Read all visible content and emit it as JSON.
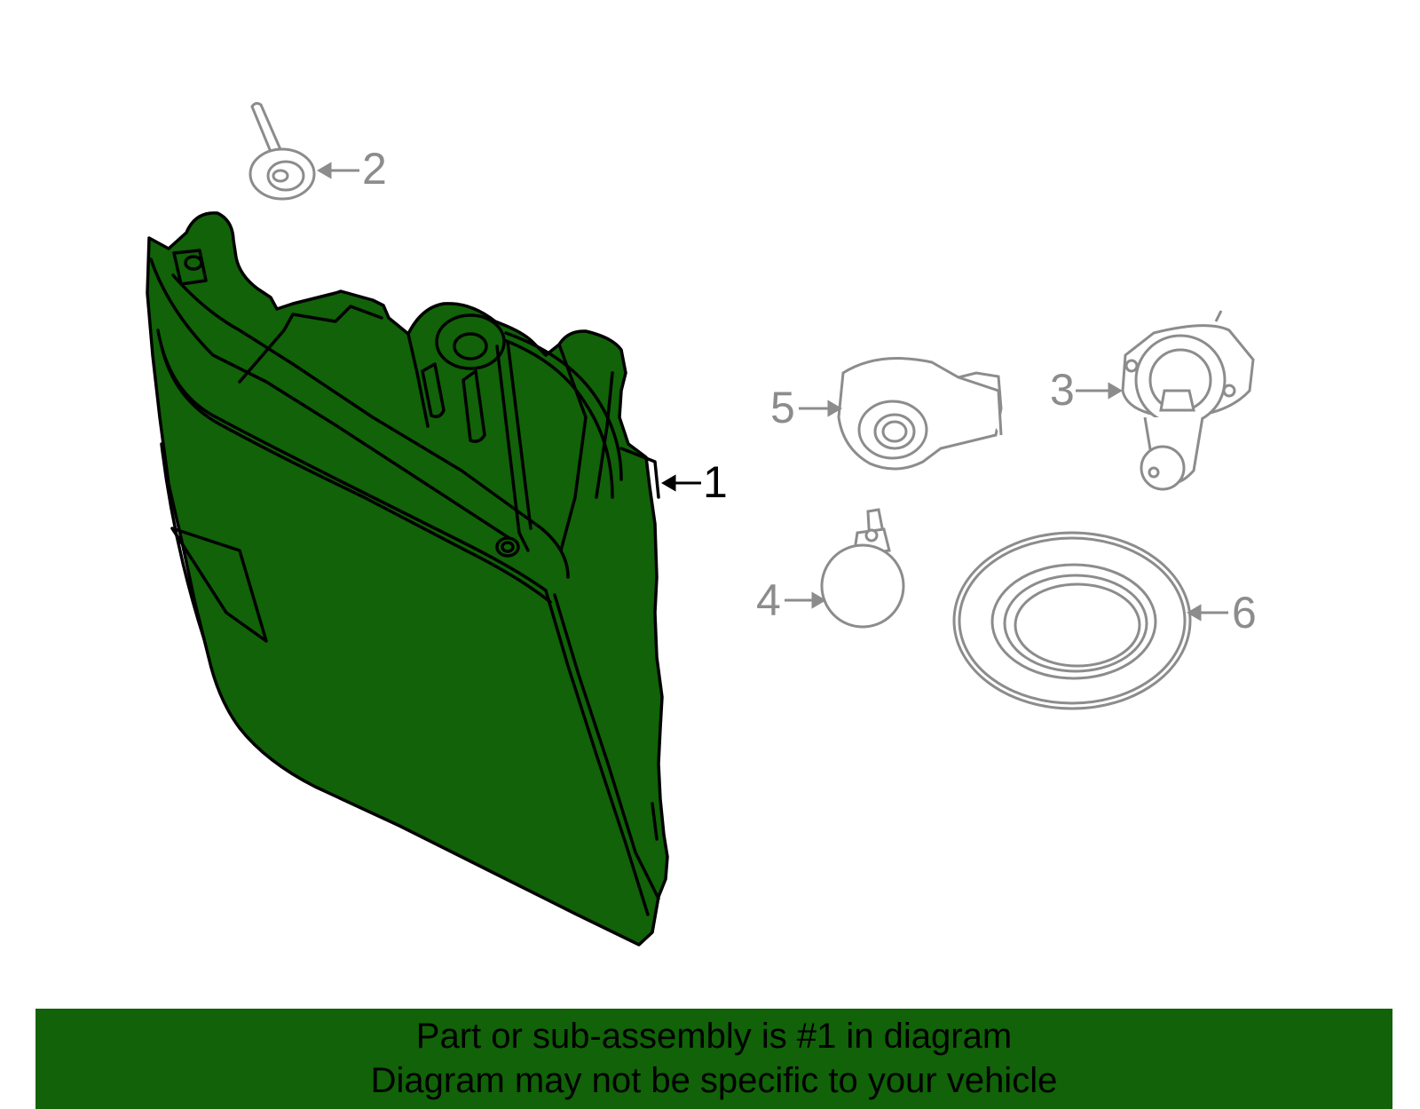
{
  "colors": {
    "highlight_fill": "#116208",
    "outline_highlight": "#000000",
    "outline_other": "#8c8c8c",
    "banner_bg": "#116208"
  },
  "parts": [
    {
      "callout": "1",
      "icon": "headlamp-assembly-icon",
      "highlighted": true
    },
    {
      "callout": "2",
      "icon": "bolt-icon",
      "highlighted": false
    },
    {
      "callout": "3",
      "icon": "headlamp-bulb-icon",
      "highlighted": false
    },
    {
      "callout": "4",
      "icon": "wedge-bulb-icon",
      "highlighted": false
    },
    {
      "callout": "5",
      "icon": "bulb-socket-icon",
      "highlighted": false
    },
    {
      "callout": "6",
      "icon": "seal-ring-icon",
      "highlighted": false
    }
  ],
  "banner": {
    "line1": "Part or sub-assembly is #1 in diagram",
    "line2": "Diagram may not be specific to your vehicle"
  }
}
